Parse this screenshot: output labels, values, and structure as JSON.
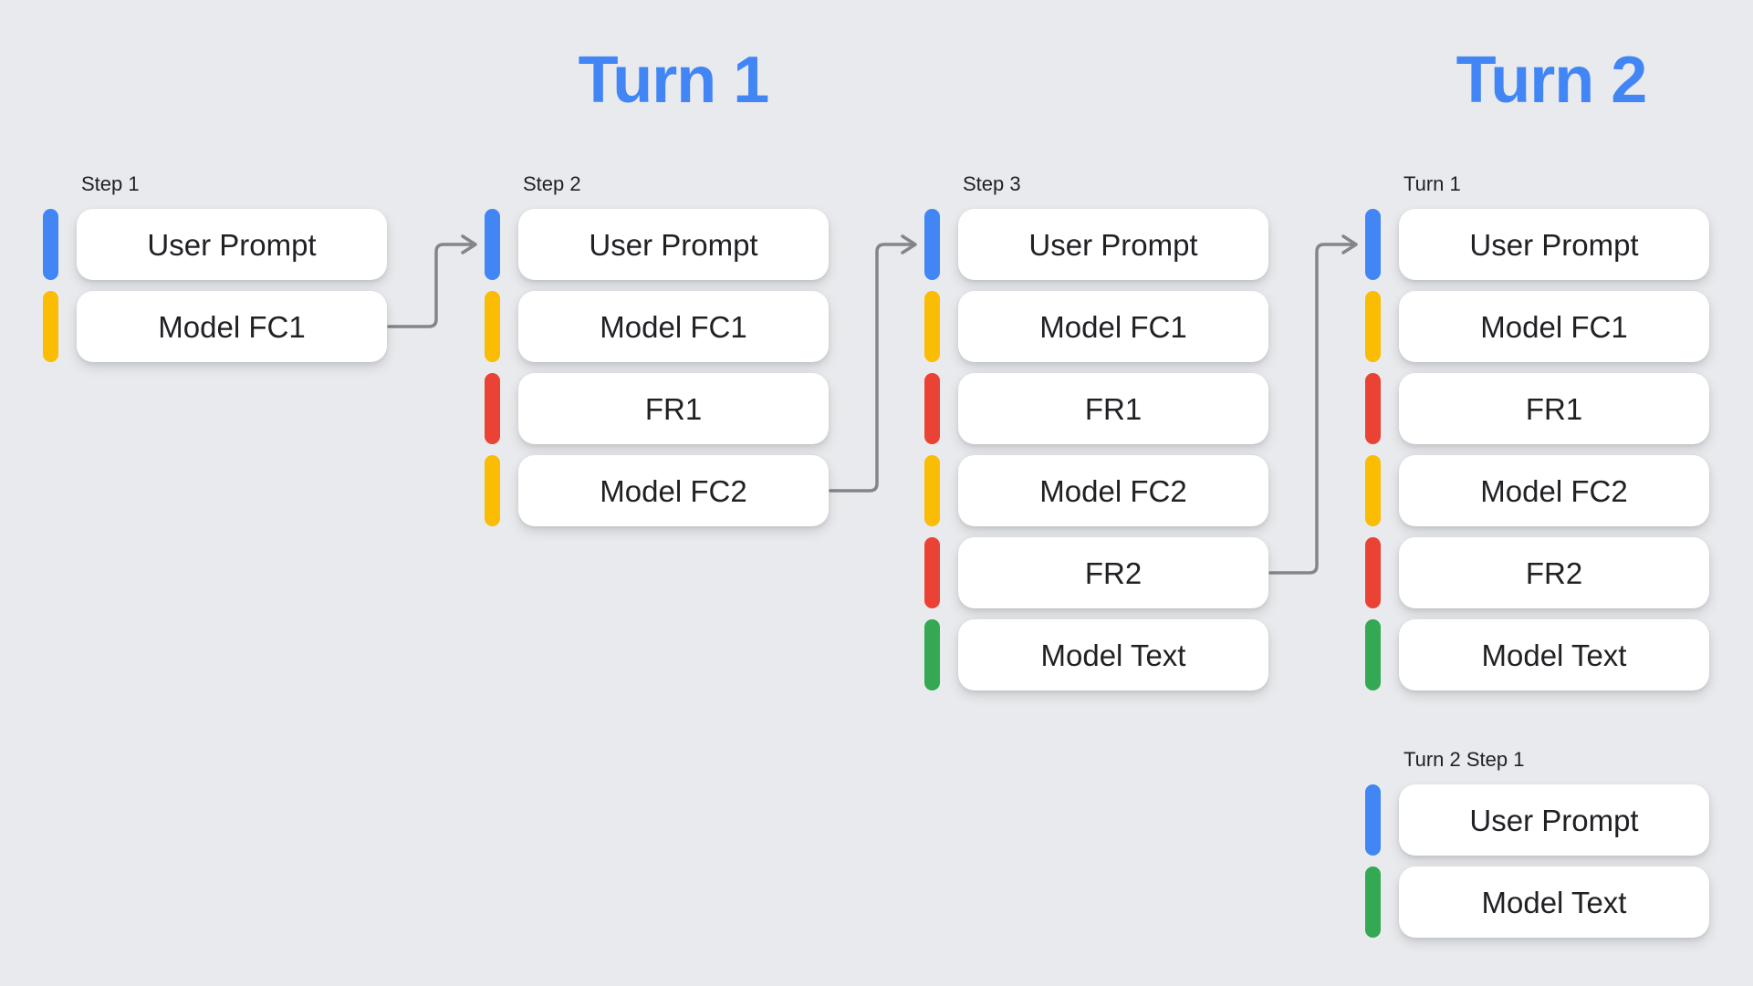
{
  "titles": [
    {
      "text": "Turn 1"
    },
    {
      "text": "Turn 2"
    }
  ],
  "colors": {
    "user": "#4285F4",
    "fc": "#FBBC04",
    "fr": "#EA4335",
    "text": "#34A853",
    "title": "#4285F4",
    "arrow": "#82868B",
    "background": "#E8EAED",
    "box_background": "#FFFFFF",
    "box_text": "#202124",
    "label_text": "#202124"
  },
  "columns": [
    {
      "label": "Step 1",
      "rows": [
        {
          "text": "User Prompt",
          "type": "user"
        },
        {
          "text": "Model FC1",
          "type": "fc"
        }
      ]
    },
    {
      "label": "Step 2",
      "rows": [
        {
          "text": "User Prompt",
          "type": "user"
        },
        {
          "text": "Model FC1",
          "type": "fc"
        },
        {
          "text": "FR1",
          "type": "fr"
        },
        {
          "text": "Model FC2",
          "type": "fc"
        }
      ]
    },
    {
      "label": "Step 3",
      "rows": [
        {
          "text": "User Prompt",
          "type": "user"
        },
        {
          "text": "Model FC1",
          "type": "fc"
        },
        {
          "text": "FR1",
          "type": "fr"
        },
        {
          "text": "Model FC2",
          "type": "fc"
        },
        {
          "text": "FR2",
          "type": "fr"
        },
        {
          "text": "Model Text",
          "type": "text"
        }
      ]
    },
    {
      "label": "Turn 1",
      "rows": [
        {
          "text": "User Prompt",
          "type": "user"
        },
        {
          "text": "Model FC1",
          "type": "fc"
        },
        {
          "text": "FR1",
          "type": "fr"
        },
        {
          "text": "Model FC2",
          "type": "fc"
        },
        {
          "text": "FR2",
          "type": "fr"
        },
        {
          "text": "Model Text",
          "type": "text"
        }
      ]
    },
    {
      "label": "Turn 2 Step 1",
      "rows": [
        {
          "text": "User Prompt",
          "type": "user"
        },
        {
          "text": "Model Text",
          "type": "text"
        }
      ]
    }
  ],
  "arrows": [
    {
      "from": [
        0,
        1
      ],
      "to": [
        1,
        0
      ]
    },
    {
      "from": [
        1,
        3
      ],
      "to": [
        2,
        0
      ]
    },
    {
      "from": [
        2,
        4
      ],
      "to": [
        3,
        0
      ]
    }
  ]
}
